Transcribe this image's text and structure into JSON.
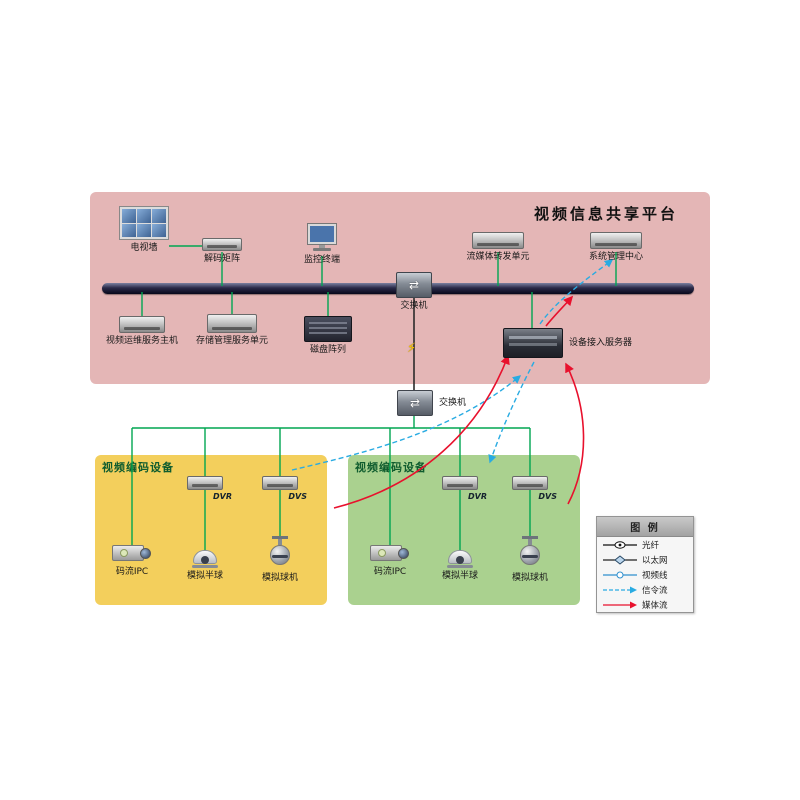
{
  "title": "视频信息共享平台",
  "regions": {
    "encoder_left": "视频编码设备",
    "encoder_right": "视频编码设备"
  },
  "nodes": {
    "tv_wall": "电视墙",
    "decode_matrix": "解码矩阵",
    "monitor_terminal": "监控终端",
    "switch_top": "交换机",
    "stream_unit": "流媒体转发单元",
    "sys_mgmt": "系统管理中心",
    "video_ops": "视频运维服务主机",
    "storage_mgmt": "存储管理服务单元",
    "disk_array": "磁盘阵列",
    "access_server": "设备接入服务器",
    "switch_mid": "交换机",
    "dvr_left": "DVR",
    "dvs_left": "DVS",
    "ipc_left": "码流IPC",
    "dome_left": "模拟半球",
    "ball_left": "模拟球机",
    "dvr_right": "DVR",
    "dvs_right": "DVS",
    "ipc_right": "码流IPC",
    "dome_right": "模拟半球",
    "ball_right": "模拟球机"
  },
  "legend": {
    "title": "图 例",
    "items": [
      {
        "label": "光纤"
      },
      {
        "label": "以太网"
      },
      {
        "label": "视频线"
      },
      {
        "label": "信令流"
      },
      {
        "label": "媒体流"
      }
    ]
  },
  "icons": {
    "lightning": "⚡",
    "switch_arrows": "⇄"
  },
  "colors": {
    "platform_region": "#e4b6b6",
    "encoder_left_region": "#f3cf5c",
    "encoder_right_region": "#aad18f",
    "lan_line": "#00a651",
    "signal_line": "#29abe2",
    "media_line": "#e8112d"
  }
}
